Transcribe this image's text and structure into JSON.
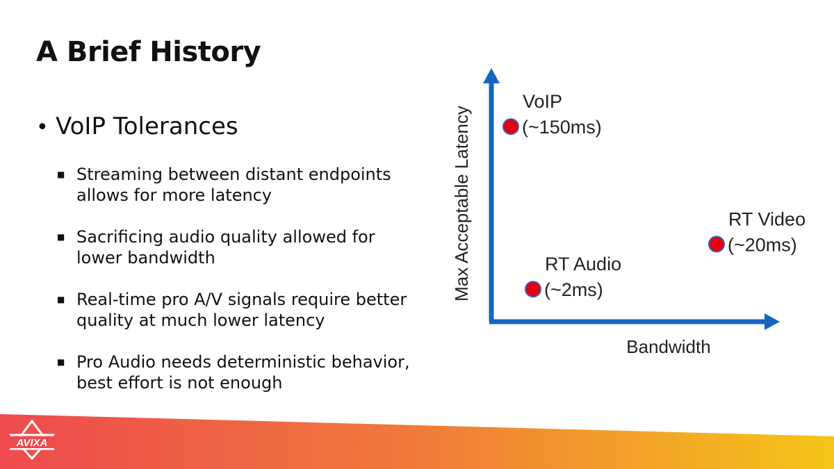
{
  "slide": {
    "title": "A Brief History",
    "bullet": "VoIP Tolerances",
    "sub_bullets": [
      "Streaming between distant endpoints allows for more latency",
      "Sacrificing audio quality allowed for lower bandwidth",
      "Real-time pro A/V signals require better quality at much lower latency",
      "Pro Audio needs deterministic behavior, best effort is not enough"
    ]
  },
  "chart_data": {
    "type": "scatter",
    "xlabel": "Bandwidth",
    "ylabel": "Max Acceptable Latency",
    "grid": false,
    "points": [
      {
        "label": "VoIP",
        "sublabel": "(~150ms)",
        "x": 0.07,
        "y": 0.78
      },
      {
        "label": "RT Audio",
        "sublabel": "(~2ms)",
        "x": 0.15,
        "y": 0.13
      },
      {
        "label": "RT Video",
        "sublabel": "(~20ms)",
        "x": 0.81,
        "y": 0.31
      }
    ],
    "axis_color": "#1565c0",
    "point_color": "#e3000f",
    "point_outline": "#3b5fc0"
  },
  "footer": {
    "logo_text": "AVIXA",
    "gradient_start": "#ee4a4e",
    "gradient_end": "#f5c518"
  }
}
